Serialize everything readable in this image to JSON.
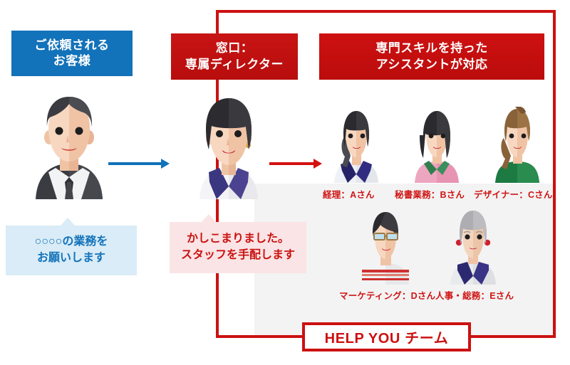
{
  "diagram": {
    "title_boxes": {
      "customer": {
        "line1": "ご依頼される",
        "line2": "お客様",
        "color": "#1272ba"
      },
      "director": {
        "line1": "窓口：",
        "line2": "専属ディレクター",
        "color": "#c81414"
      },
      "assistants": {
        "line1": "専門スキルを持った",
        "line2": "アシスタントが対応",
        "color": "#ce1111"
      }
    },
    "speech_bubbles": {
      "customer": {
        "line1": "○○○○の業務を",
        "line2": "お願いします",
        "bg": "#d9ecf7",
        "color": "#1272ba"
      },
      "director": {
        "line1": "かしこまりました。",
        "line2": "スタッフを手配します",
        "bg": "#fae4e5",
        "color": "#cc1111"
      }
    },
    "arrows": {
      "customer_to_director": {
        "name": "blue-arrow",
        "color": "#1272ba"
      },
      "director_to_assistants": {
        "name": "red-arrow",
        "color": "#d51111"
      }
    },
    "assistants_row1": [
      {
        "caption": "経理：Aさん"
      },
      {
        "caption": "秘書業務：Bさん"
      },
      {
        "caption": "デザイナー：Cさん"
      }
    ],
    "assistants_row2": [
      {
        "caption": "マーケティング：Dさん"
      },
      {
        "caption": "人事・総務：Eさん"
      }
    ],
    "team_label": {
      "text": "HELP YOU チーム",
      "border_color": "#cc1111",
      "color": "#cc1111"
    },
    "frame": {
      "color": "#cc1111"
    }
  }
}
